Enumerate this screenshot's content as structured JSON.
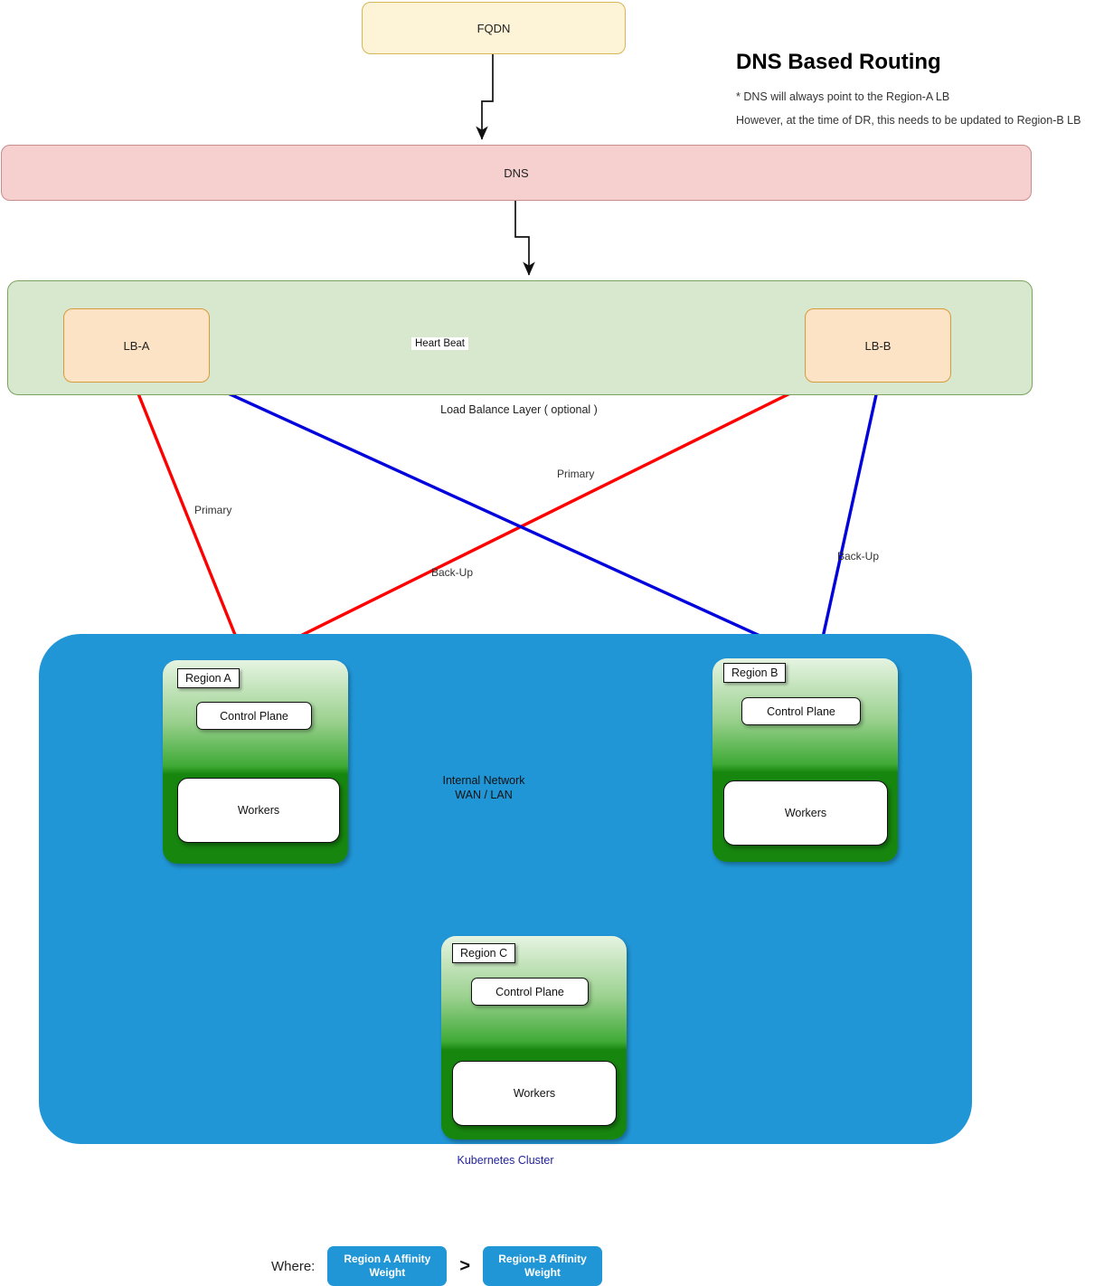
{
  "header": {
    "title": "DNS Based Routing",
    "note_1": "* DNS will always point to the Region-A  LB",
    "note_2": "However, at the time of DR, this needs to be updated to Region-B LB"
  },
  "nodes": {
    "fqdn": "FQDN",
    "dns": "DNS",
    "lb_a": "LB-A",
    "lb_b": "LB-B",
    "lb_layer_label": "Load Balance Layer ( optional )",
    "heart_beat": "Heart  Beat",
    "k8s_cluster": "Kubernetes Cluster",
    "internal_network_line1": "Internal Network",
    "internal_network_line2": "WAN / LAN"
  },
  "regions": [
    {
      "tag": "Region A",
      "control_plane": "Control Plane",
      "workers": "Workers"
    },
    {
      "tag": "Region B",
      "control_plane": "Control Plane",
      "workers": "Workers"
    },
    {
      "tag": "Region C",
      "control_plane": "Control Plane",
      "workers": "Workers"
    }
  ],
  "edges": {
    "lb_a_primary": "Primary",
    "lb_a_backup": "Back-Up",
    "lb_b_primary": "Primary",
    "lb_b_backup": "Back-Up"
  },
  "legend": {
    "where": "Where:",
    "left_chip_line1": "Region A Affinity",
    "left_chip_line2": "Weight",
    "operator": ">",
    "right_chip_line1": "Region-B  Affinity",
    "right_chip_line2": "Weight"
  },
  "colors": {
    "fqdn_fill": "#fdf3d7",
    "fqdn_stroke": "#d6b656",
    "dns_fill": "#f6cfcf",
    "dns_stroke": "#c98c8c",
    "lb_layer_fill": "#d8e8ce",
    "lb_layer_stroke": "#7aa35f",
    "lb_fill": "#fde3c6",
    "lb_stroke": "#d79b3b",
    "cluster_fill": "#2196d6",
    "region_green_dark": "#17860f",
    "region_green_light": "#e6f4e2",
    "primary_edge": "#ff0000",
    "backup_edge": "#0000dd",
    "network_circle": "#22dd22",
    "cluster_label_text": "#23239c"
  }
}
